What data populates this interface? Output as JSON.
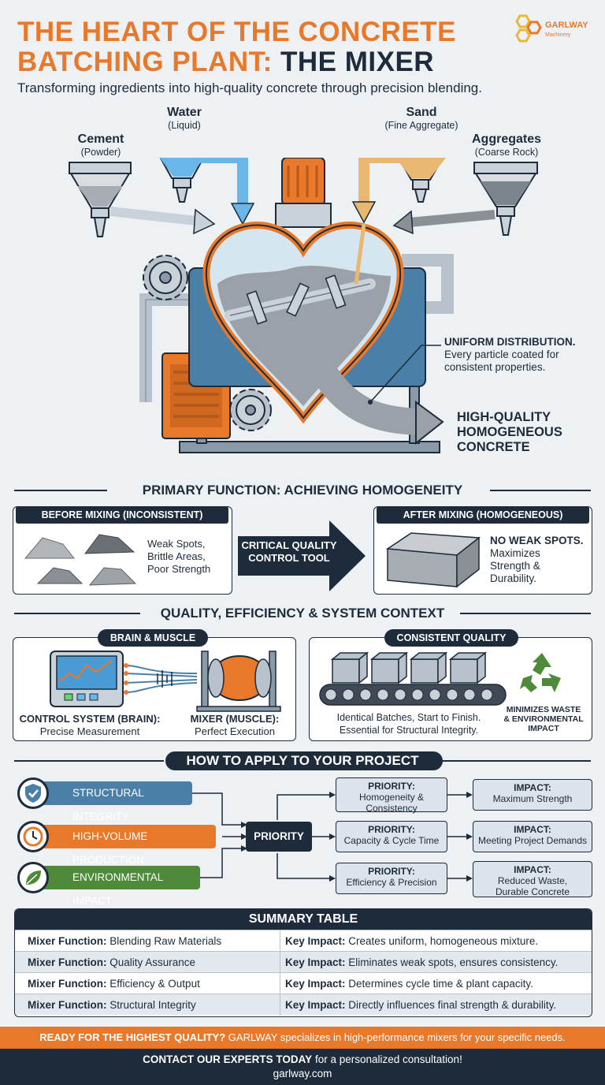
{
  "header": {
    "title_line1": "THE HEART OF THE CONCRETE",
    "title_line2a": "BATCHING PLANT:",
    "title_line2b": "THE MIXER",
    "subtitle": "Transforming ingredients into high-quality concrete through precision blending.",
    "logo_text": "GARLWAY",
    "logo_sub": "Machinery"
  },
  "ingredients": [
    {
      "name": "Cement",
      "desc": "(Powder)"
    },
    {
      "name": "Water",
      "desc": "(Liquid)"
    },
    {
      "name": "Sand",
      "desc": "(Fine Aggregate)"
    },
    {
      "name": "Aggregates",
      "desc": "(Coarse Rock)"
    }
  ],
  "callout": {
    "title": "UNIFORM DISTRIBUTION.",
    "text": "Every particle coated for consistent properties."
  },
  "output": {
    "line1": "HIGH-QUALITY",
    "line2": "HOMOGENEOUS",
    "line3": "CONCRETE"
  },
  "primary": {
    "heading": "PRIMARY FUNCTION: ACHIEVING HOMOGENEITY",
    "before_tab": "BEFORE MIXING (INCONSISTENT)",
    "before_text": [
      "Weak Spots,",
      "Brittle Areas,",
      "Poor Strength"
    ],
    "arrow_text": [
      "CRITICAL QUALITY",
      "CONTROL TOOL"
    ],
    "after_tab": "AFTER MIXING (HOMOGENEOUS)",
    "after_title": "NO WEAK SPOTS.",
    "after_text": [
      "Maximizes",
      "Strength &",
      "Durability."
    ]
  },
  "quality": {
    "heading": "QUALITY, EFFICIENCY & SYSTEM CONTEXT",
    "brain_tab": "BRAIN & MUSCLE",
    "brain_label1": "CONTROL SYSTEM (BRAIN):",
    "brain_label2": "Precise Measurement",
    "muscle_label1": "MIXER (MUSCLE):",
    "muscle_label2": "Perfect Execution",
    "consistent_tab": "CONSISTENT QUALITY",
    "consistent_text1": "Identical Batches, Start to Finish.",
    "consistent_text2": "Essential for Structural Integrity.",
    "waste_text": [
      "MINIMIZES WASTE",
      "& ENVIRONMENTAL",
      "IMPACT"
    ]
  },
  "apply": {
    "heading": "HOW TO APPLY TO YOUR PROJECT",
    "needs": [
      {
        "label": "STRUCTURAL INTEGRITY",
        "color": "#4a7fa8"
      },
      {
        "label": "HIGH-VOLUME PRODUCTION",
        "color": "#e8782a"
      },
      {
        "label": "ENVIRONMENTAL IMPACT",
        "color": "#4f8a3a"
      }
    ],
    "priority_label": "PRIORITY",
    "priorities": [
      {
        "title": "PRIORITY:",
        "text": "Homogeneity & Consistency"
      },
      {
        "title": "PRIORITY:",
        "text": "Capacity & Cycle Time"
      },
      {
        "title": "PRIORITY:",
        "text": "Efficiency & Precision"
      }
    ],
    "impacts": [
      {
        "title": "IMPACT:",
        "text": "Maximum Strength"
      },
      {
        "title": "IMPACT:",
        "text": "Meeting Project Demands"
      },
      {
        "title": "IMPACT:",
        "text": "Reduced Waste, Durable Concrete"
      }
    ]
  },
  "summary": {
    "heading": "SUMMARY TABLE",
    "rows": [
      {
        "k1": "Mixer Function:",
        "v1": "Blending Raw Materials",
        "k2": "Key Impact:",
        "v2": "Creates uniform, homogeneous mixture."
      },
      {
        "k1": "Mixer Function:",
        "v1": "Quality Assurance",
        "k2": "Key Impact:",
        "v2": "Eliminates weak spots, ensures consistency."
      },
      {
        "k1": "Mixer Function:",
        "v1": "Efficiency & Output",
        "k2": "Key Impact:",
        "v2": "Determines cycle time & plant capacity."
      },
      {
        "k1": "Mixer Function:",
        "v1": "Structural Integrity",
        "k2": "Key Impact:",
        "v2": "Directly influences final strength & durability."
      }
    ]
  },
  "footer": {
    "cta_bold": "READY FOR THE HIGHEST QUALITY?",
    "cta_text": "GARLWAY specializes in high-performance mixers for your specific needs.",
    "contact_bold": "CONTACT OUR EXPERTS TODAY",
    "contact_text": "for a personalized consultation!",
    "website": "garlway.com"
  },
  "colors": {
    "orange": "#e8782a",
    "navy": "#1d2b3a",
    "blue": "#4a7fa8",
    "green": "#4f8a3a",
    "water": "#6bb6e8",
    "sand": "#e8b872"
  }
}
